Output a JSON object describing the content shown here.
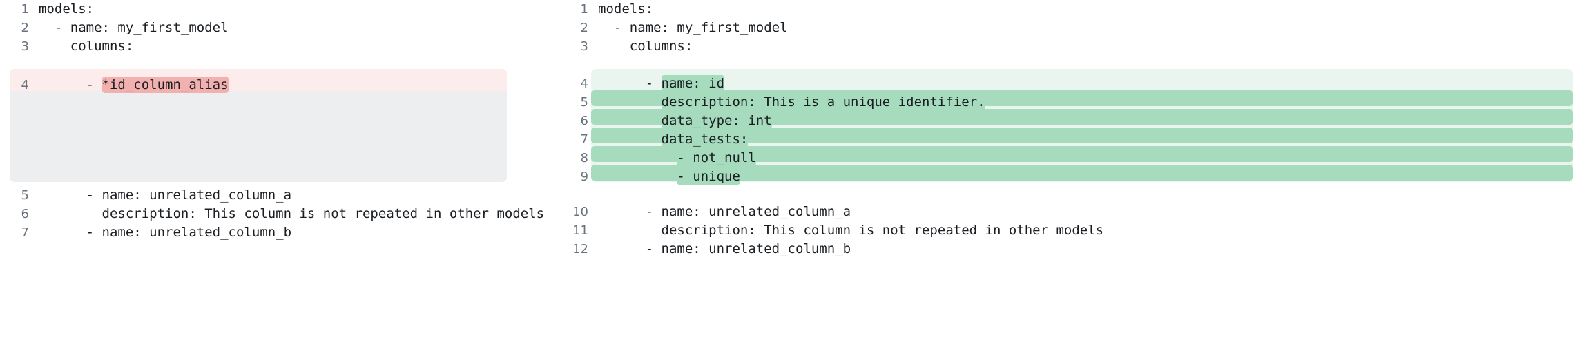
{
  "view": {
    "type": "side-by-side-code-diff",
    "language": "yaml",
    "colors": {
      "deleted_block_bg": "#fceceb",
      "deleted_token_bg": "#f2b0ae",
      "added_block_bg": "#e9f5ee",
      "added_token_bg": "#a6dcbd",
      "placeholder_bg": "#eceef0",
      "gutter_text": "#6a737d",
      "code_text": "#1b1f23",
      "page_bg": "#ffffff"
    }
  },
  "left_pane": {
    "name": "before",
    "lines": [
      {
        "num": "1",
        "text": "models:",
        "state": "context"
      },
      {
        "num": "2",
        "text": "  - name: my_first_model",
        "state": "context"
      },
      {
        "num": "3",
        "text": "    columns:",
        "state": "context"
      },
      {
        "num": "4",
        "prefix": "      - ",
        "token": "*id_column_alias",
        "suffix": "",
        "state": "deleted"
      },
      {
        "num": "",
        "text": "",
        "state": "placeholder"
      },
      {
        "num": "",
        "text": "",
        "state": "placeholder"
      },
      {
        "num": "",
        "text": "",
        "state": "placeholder"
      },
      {
        "num": "",
        "text": "",
        "state": "placeholder"
      },
      {
        "num": "",
        "text": "",
        "state": "placeholder"
      },
      {
        "num": "5",
        "text": "      - name: unrelated_column_a",
        "state": "context"
      },
      {
        "num": "6",
        "text": "        description: This column is not repeated in other models",
        "state": "context"
      },
      {
        "num": "7",
        "text": "      - name: unrelated_column_b",
        "state": "context"
      }
    ]
  },
  "right_pane": {
    "name": "after",
    "lines": [
      {
        "num": "1",
        "text": "models:",
        "state": "context"
      },
      {
        "num": "2",
        "text": "  - name: my_first_model",
        "state": "context"
      },
      {
        "num": "3",
        "text": "    columns:",
        "state": "context"
      },
      {
        "num": "4",
        "prefix": "      - ",
        "token": "name: id",
        "suffix": "",
        "state": "added"
      },
      {
        "num": "5",
        "prefix": "        ",
        "token": "description: This is a unique identifier.",
        "suffix": "",
        "state": "added"
      },
      {
        "num": "6",
        "prefix": "        ",
        "token": "data_type: int",
        "suffix": "",
        "state": "added"
      },
      {
        "num": "7",
        "prefix": "        ",
        "token": "data_tests:",
        "suffix": "",
        "state": "added"
      },
      {
        "num": "8",
        "prefix": "          ",
        "token": "- not_null",
        "suffix": "",
        "state": "added"
      },
      {
        "num": "9",
        "prefix": "          ",
        "token": "- unique",
        "suffix": "",
        "state": "added"
      },
      {
        "num": "10",
        "text": "      - name: unrelated_column_a",
        "state": "context"
      },
      {
        "num": "11",
        "text": "        description: This column is not repeated in other models",
        "state": "context"
      },
      {
        "num": "12",
        "text": "      - name: unrelated_column_b",
        "state": "context"
      }
    ]
  }
}
